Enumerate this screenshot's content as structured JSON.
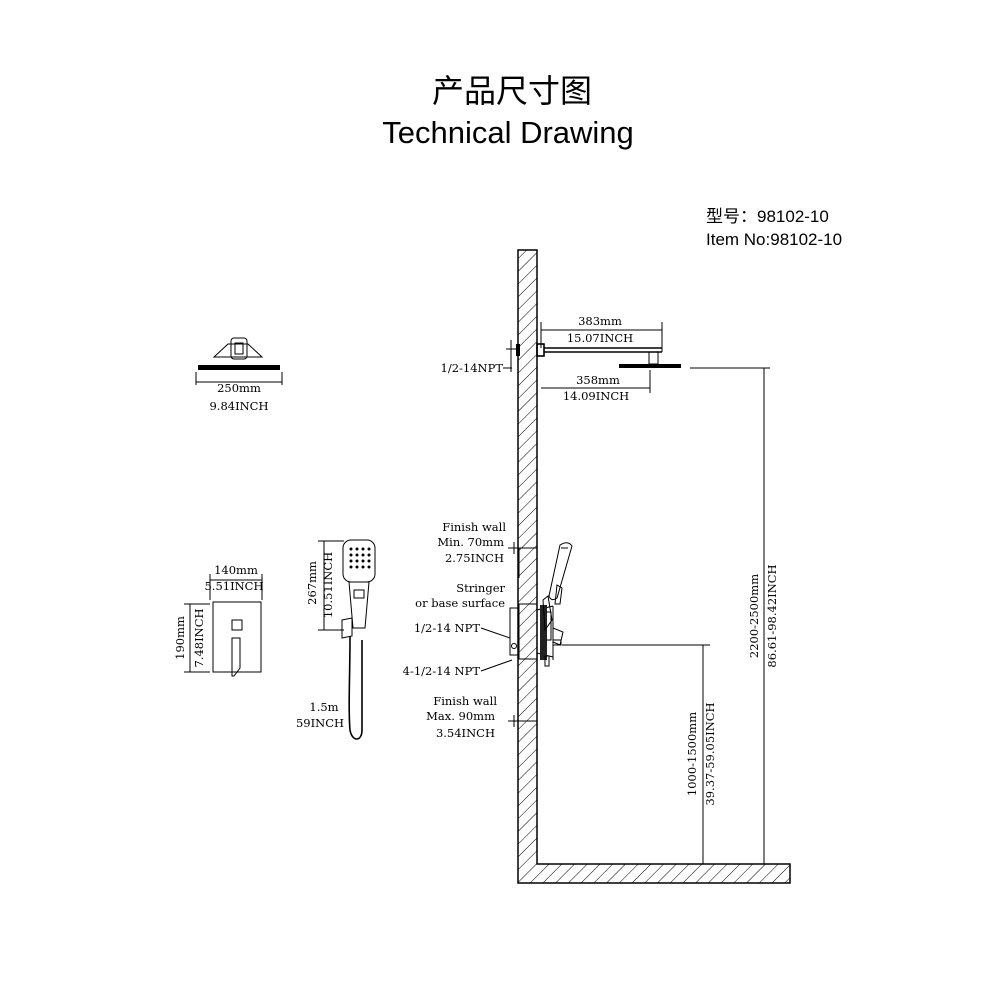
{
  "title": {
    "cn": "产品尺寸图",
    "en": "Technical Drawing"
  },
  "item": {
    "cn": "型号：98102-10",
    "en": "Item No:98102-10"
  },
  "dims": {
    "top_shower_w_mm": "250mm",
    "top_shower_w_in": "9.84INCH",
    "plate_w_mm": "140mm",
    "plate_w_in": "5.51INCH",
    "plate_h_mm": "190mm",
    "plate_h_in": "7.48INCH",
    "hand_len_mm": "267mm",
    "hand_len_in": "10.51INCH",
    "hose_m": "1.5m",
    "hose_in": "59INCH",
    "arm_mm": "383mm",
    "arm_in": "15.07INCH",
    "arm_head_mm": "358mm",
    "arm_head_in": "14.09INCH",
    "npt_arm": "1/2-14NPT",
    "finish_min_1": "Finish wall",
    "finish_min_2": "Min. 70mm",
    "finish_min_3": "2.75INCH",
    "stringer_1": "Stringer",
    "stringer_2": "or base surface",
    "npt_valve": "1/2-14 NPT",
    "npt_valve_4": "4-1/2-14 NPT",
    "finish_max_1": "Finish wall",
    "finish_max_2": "Max. 90mm",
    "finish_max_3": "3.54INCH",
    "height_head_mm": "2200-2500mm",
    "height_head_in": "86.61-98.42INCH",
    "height_valve_mm": "1000-1500mm",
    "height_valve_in": "39.37-59.05INCH"
  }
}
